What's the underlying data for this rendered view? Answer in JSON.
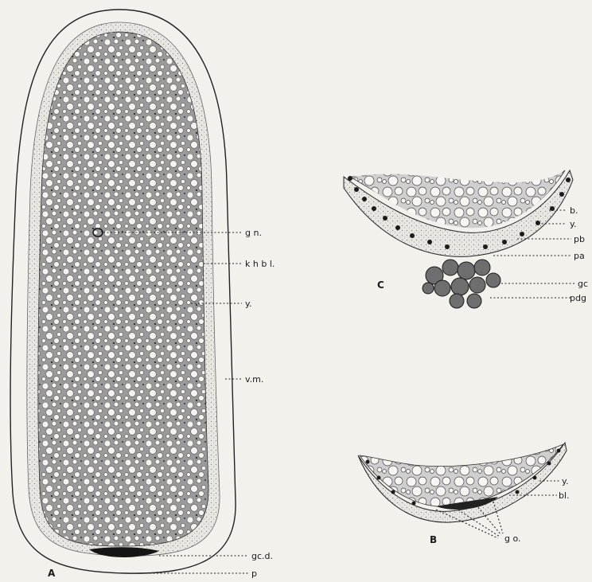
{
  "figures": {
    "A": {
      "letter": "A",
      "labels": {
        "gn": "g n.",
        "khbl": "k h b l.",
        "y": "y.",
        "vm": "v.m.",
        "gcd": "gc.d.",
        "p": "p"
      }
    },
    "B": {
      "letter": "B",
      "labels": {
        "y": "y.",
        "bl": "bl.",
        "go": "g o."
      }
    },
    "C": {
      "letter": "C",
      "labels": {
        "b": "b.",
        "y": "y.",
        "pb": "pb",
        "pa": "pa",
        "gc": "gc",
        "pdg": "pdg"
      }
    }
  },
  "colors": {
    "paper": "#f3f1ec",
    "ink": "#1a1a1a",
    "stipple": "#8c8c8c"
  }
}
